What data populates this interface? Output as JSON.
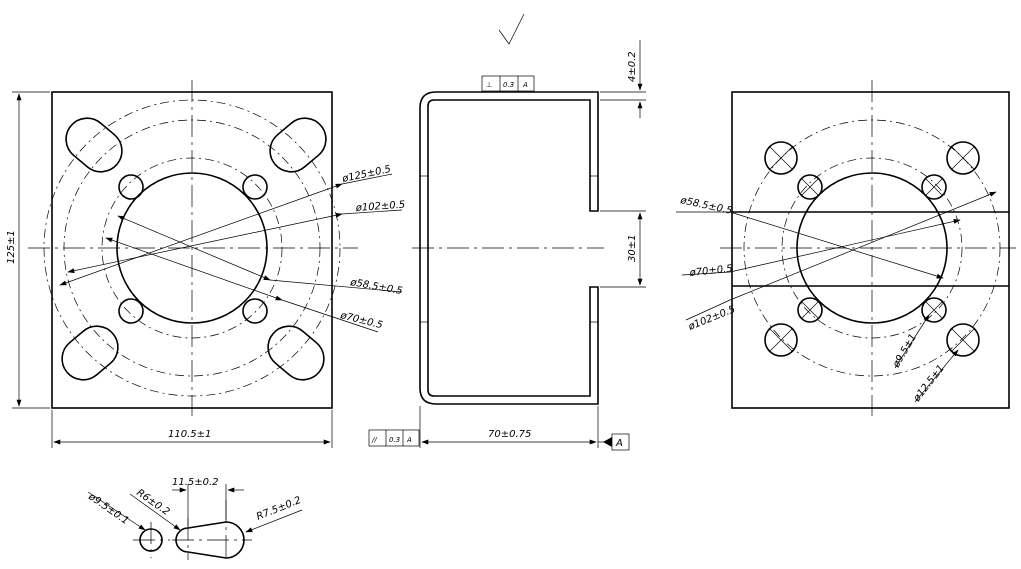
{
  "front_view": {
    "dims": {
      "d125": "ø125±0.5",
      "d102": "ø102±0.5",
      "d58": "ø58.5±0.5",
      "d70": "ø70±0.5",
      "width": "110.5±1",
      "height": "125±1"
    }
  },
  "section_view": {
    "dims": {
      "thickness": "4±0.2",
      "gap": "30±1",
      "depth": "70±0.75"
    },
    "perpendicularity": {
      "symbol": "⊥",
      "value": "0.3",
      "datum": "A"
    },
    "parallelism": {
      "symbol": "//",
      "value": "0.3",
      "datum": "A"
    },
    "datum_label": "A"
  },
  "right_view": {
    "dims": {
      "d58": "ø58.5±0.5",
      "d70": "ø70±0.5",
      "d102": "ø102±0.5",
      "hole_small": "ø9.5±1",
      "hole_large": "ø12.5±1"
    }
  },
  "detail": {
    "dims": {
      "hole": "ø9.5±0.1",
      "r_small": "R6±0.2",
      "slot_len": "11.5±0.2",
      "r_large": "R7.5±0.2"
    }
  }
}
